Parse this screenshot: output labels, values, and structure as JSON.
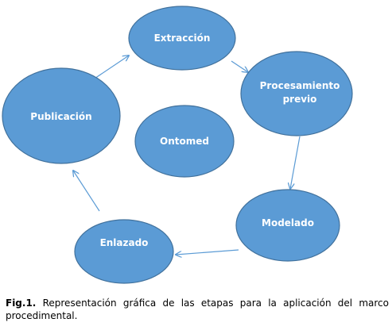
{
  "diagram": {
    "colors": {
      "node_fill": "#5b9bd5",
      "node_stroke": "#41719c",
      "edge": "#5b9bd5",
      "node_text": "#ffffff"
    },
    "nodes": {
      "extraccion": {
        "label": "Extracción"
      },
      "procesamiento": {
        "label_line1": "Procesamiento",
        "label_line2": "previo"
      },
      "modelado": {
        "label": "Modelado"
      },
      "enlazado": {
        "label": "Enlazado"
      },
      "publicacion": {
        "label": "Publicación"
      },
      "ontomed": {
        "label": "Ontomed"
      }
    },
    "edges": [
      {
        "from": "extraccion",
        "to": "procesamiento"
      },
      {
        "from": "procesamiento",
        "to": "modelado"
      },
      {
        "from": "modelado",
        "to": "enlazado"
      },
      {
        "from": "enlazado",
        "to": "publicacion"
      },
      {
        "from": "publicacion",
        "to": "extraccion"
      }
    ]
  },
  "caption": {
    "number": "Fig.1.",
    "text": " Representación gráfica de las etapas para la aplicación del marco procedimental."
  }
}
